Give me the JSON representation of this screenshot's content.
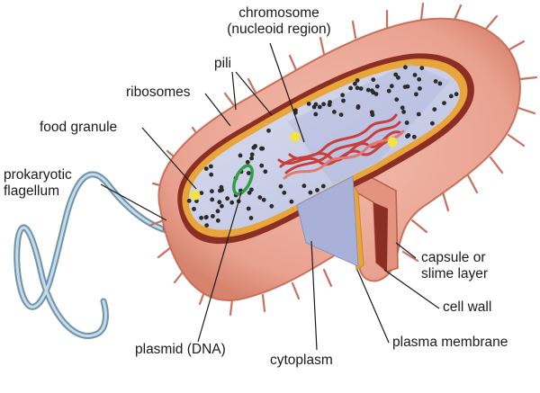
{
  "labels": {
    "chromosome_line1": "chromosome",
    "chromosome_line2": "(nucleoid region)",
    "pili": "pili",
    "ribosomes": "ribosomes",
    "food_granule": "food granule",
    "flagellum_line1": "prokaryotic",
    "flagellum_line2": "flagellum",
    "capsule_line1": "capsule or",
    "capsule_line2": "slime layer",
    "cell_wall": "cell wall",
    "plasma_membrane": "plasma membrane",
    "cytoplasm": "cytoplasm",
    "plasmid": "plasmid (DNA)"
  },
  "colors": {
    "capsule": "#e9a18f",
    "capsule_dark": "#c9705d",
    "cell_wall": "#8b2f24",
    "membrane": "#e8a53a",
    "cytoplasm": "#c9cde6",
    "cytoplasm_dark": "#9fa6cf",
    "chromosome": "#d4504a",
    "plasmid": "#2f9e46",
    "granule": "#f3e33a",
    "ribosome": "#2b2b2b",
    "flagellum": "#8fb3c9",
    "leader": "#1a1a1a"
  }
}
